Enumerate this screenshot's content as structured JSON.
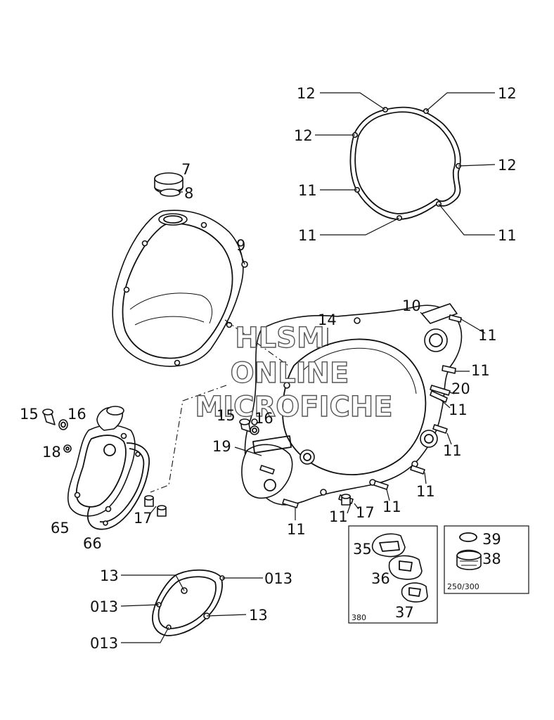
{
  "watermark": {
    "line1": "HLSM",
    "line2": "ONLINE",
    "line3": "MICROFICHE"
  },
  "callouts": [
    {
      "id": "c1",
      "text": "12"
    },
    {
      "id": "c2",
      "text": "12"
    },
    {
      "id": "c3",
      "text": "12"
    },
    {
      "id": "c4",
      "text": "12"
    },
    {
      "id": "c5",
      "text": "11"
    },
    {
      "id": "c6",
      "text": "11"
    },
    {
      "id": "c7",
      "text": "11"
    },
    {
      "id": "c8",
      "text": "7"
    },
    {
      "id": "c9",
      "text": "8"
    },
    {
      "id": "c10",
      "text": "9"
    },
    {
      "id": "c11",
      "text": "14"
    },
    {
      "id": "c12",
      "text": "10"
    },
    {
      "id": "c13",
      "text": "11"
    },
    {
      "id": "c14",
      "text": "11"
    },
    {
      "id": "c15",
      "text": "20"
    },
    {
      "id": "c16",
      "text": "11"
    },
    {
      "id": "c17",
      "text": "11"
    },
    {
      "id": "c18",
      "text": "11"
    },
    {
      "id": "c19",
      "text": "11"
    },
    {
      "id": "c20",
      "text": "15"
    },
    {
      "id": "c21",
      "text": "16"
    },
    {
      "id": "c22",
      "text": "15"
    },
    {
      "id": "c23",
      "text": "16"
    },
    {
      "id": "c24",
      "text": "18"
    },
    {
      "id": "c25",
      "text": "19"
    },
    {
      "id": "c26",
      "text": "65"
    },
    {
      "id": "c27",
      "text": "66"
    },
    {
      "id": "c28",
      "text": "17"
    },
    {
      "id": "c29",
      "text": "11"
    },
    {
      "id": "c30",
      "text": "17"
    },
    {
      "id": "c31",
      "text": "11"
    },
    {
      "id": "c32",
      "text": "13"
    },
    {
      "id": "c33",
      "text": "013"
    },
    {
      "id": "c34",
      "text": "013"
    },
    {
      "id": "c35",
      "text": "13"
    },
    {
      "id": "c36",
      "text": "013"
    },
    {
      "id": "c37",
      "text": "35"
    },
    {
      "id": "c38",
      "text": "36"
    },
    {
      "id": "c39",
      "text": "37"
    },
    {
      "id": "c40",
      "text": "39"
    },
    {
      "id": "c41",
      "text": "38"
    }
  ],
  "inset_boxes": [
    {
      "id": "box-380",
      "caption": "380"
    },
    {
      "id": "box-250-300",
      "caption": "250/300"
    }
  ]
}
